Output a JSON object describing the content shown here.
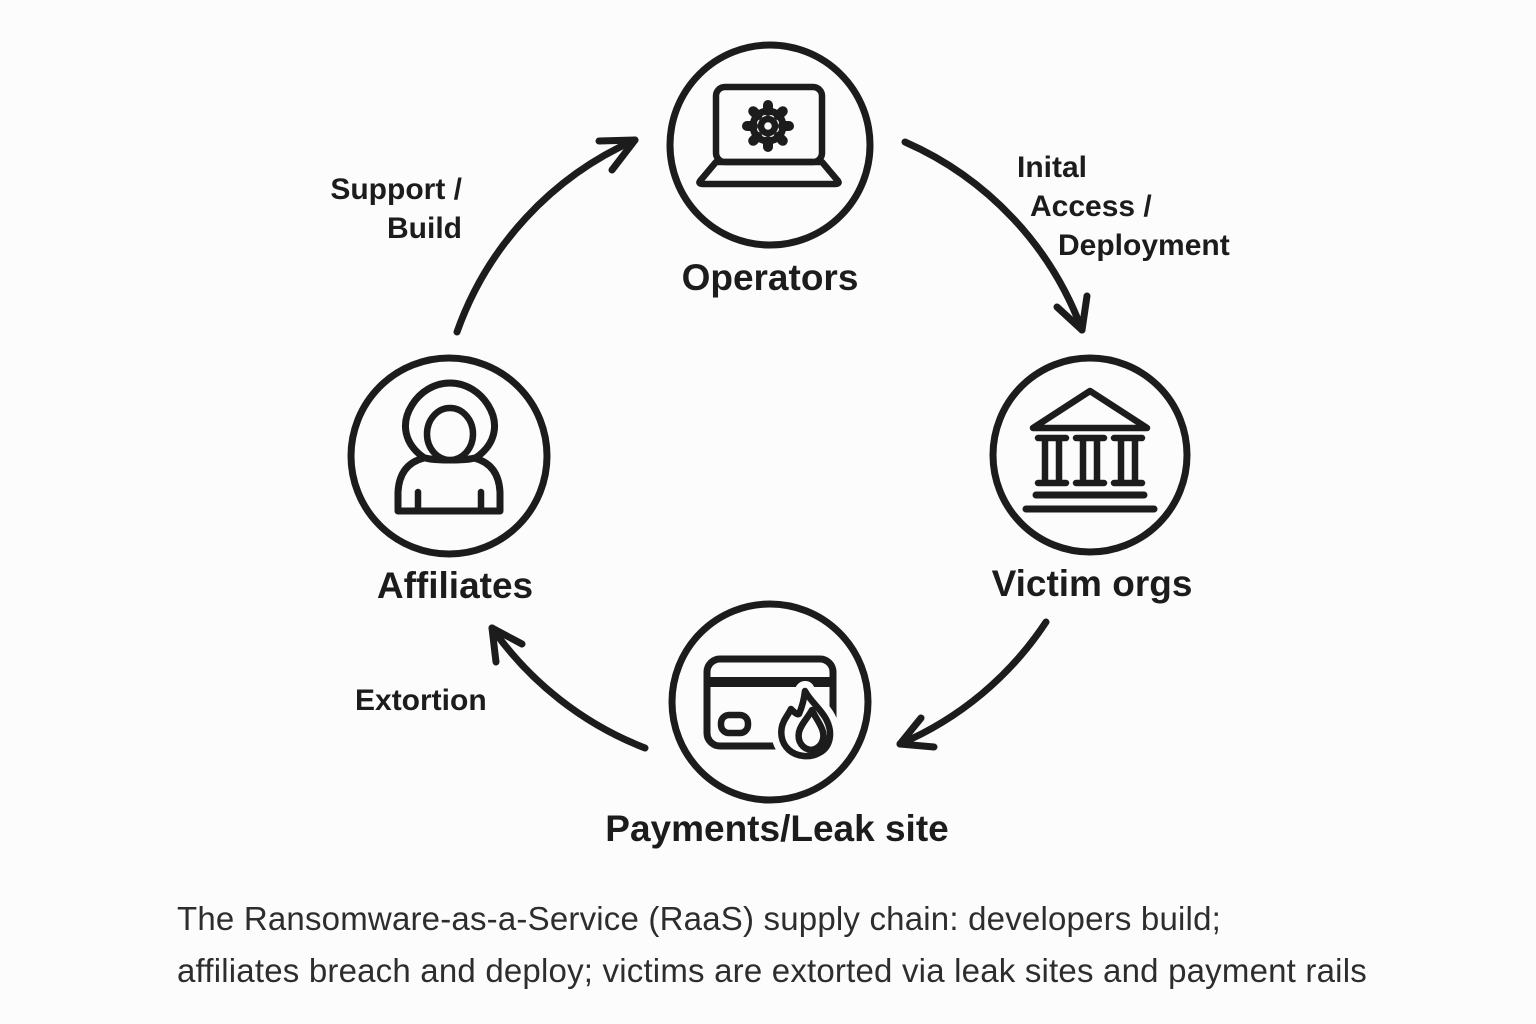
{
  "diagram": {
    "nodes": [
      {
        "id": "operators",
        "label": "Operators",
        "icon": "laptop-gear-icon"
      },
      {
        "id": "victim-orgs",
        "label": "Victim orgs",
        "icon": "bank-icon"
      },
      {
        "id": "payments-leak-site",
        "label": "Payments/Leak site",
        "icon": "credit-card-flame-icon"
      },
      {
        "id": "affiliates",
        "label": "Affiliates",
        "icon": "hooded-figure-icon"
      }
    ],
    "edges": [
      {
        "from": "affiliates",
        "to": "operators",
        "label_lines": [
          "Support /",
          "Build"
        ]
      },
      {
        "from": "operators",
        "to": "victim-orgs",
        "label_lines": [
          "Inital",
          "Access /",
          "Deployment"
        ]
      },
      {
        "from": "victim-orgs",
        "to": "payments-leak-site",
        "label_lines": []
      },
      {
        "from": "payments-leak-site",
        "to": "affiliates",
        "label_lines": [
          "Extortion"
        ]
      }
    ]
  },
  "caption": {
    "line1": "The Ransomware-as-a-Service (RaaS) supply chain: developers build;",
    "line2": "affiliates breach and deploy; victims are extorted via leak sites and payment rails"
  },
  "colors": {
    "ink": "#1c1c1c",
    "background": "#fcfcfc",
    "caption_text": "#2d2d2d"
  }
}
